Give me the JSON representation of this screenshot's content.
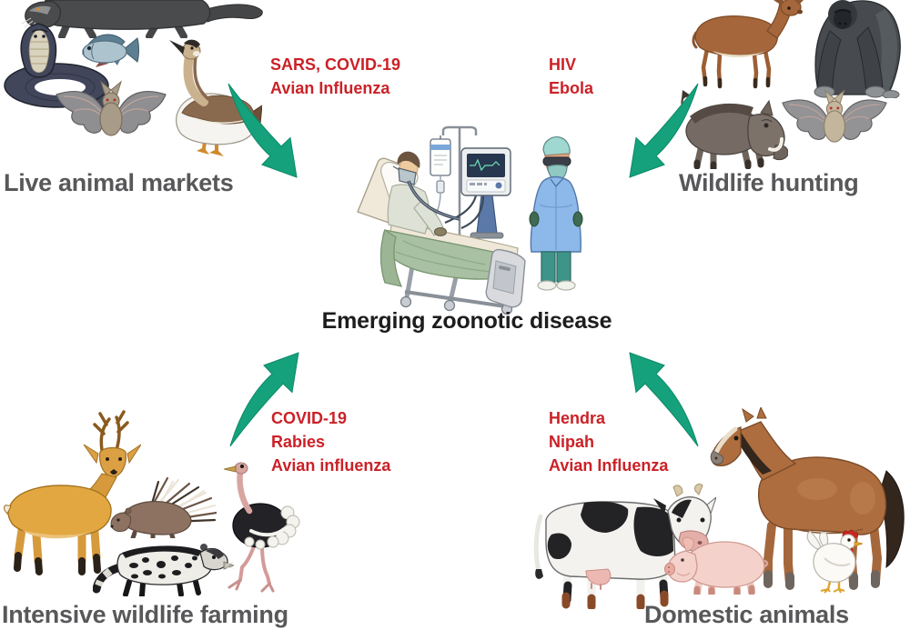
{
  "center": {
    "label": "Emerging zoonotic disease"
  },
  "groups": {
    "live_animal_markets": {
      "label": "Live animal markets",
      "diseases": [
        "SARS, COVID-19",
        "Avian Influenza"
      ],
      "animals": [
        "civet",
        "cobra",
        "fish",
        "bat",
        "goose"
      ]
    },
    "wildlife_hunting": {
      "label": "Wildlife hunting",
      "diseases": [
        "HIV",
        "Ebola"
      ],
      "animals": [
        "antelope",
        "gorilla",
        "warthog",
        "bat"
      ]
    },
    "intensive_wildlife_farming": {
      "label": "Intensive wildlife farming",
      "diseases": [
        "COVID-19",
        "Rabies",
        "Avian influenza"
      ],
      "animals": [
        "deer",
        "porcupine",
        "civet",
        "ostrich"
      ]
    },
    "domestic_animals": {
      "label": "Domestic animals",
      "diseases": [
        "Hendra",
        "Nipah",
        "Avian Influenza"
      ],
      "animals": [
        "cow",
        "horse",
        "pig",
        "chicken"
      ]
    }
  },
  "scene": {
    "elements": [
      "hospital-bed",
      "patient",
      "iv-drip",
      "ventilator-monitor",
      "healthcare-worker"
    ]
  },
  "colors": {
    "arrow_green": "#14a17b",
    "disease_red": "#cb2127",
    "label_gray": "#58585a",
    "center_black": "#1d1d1d"
  }
}
